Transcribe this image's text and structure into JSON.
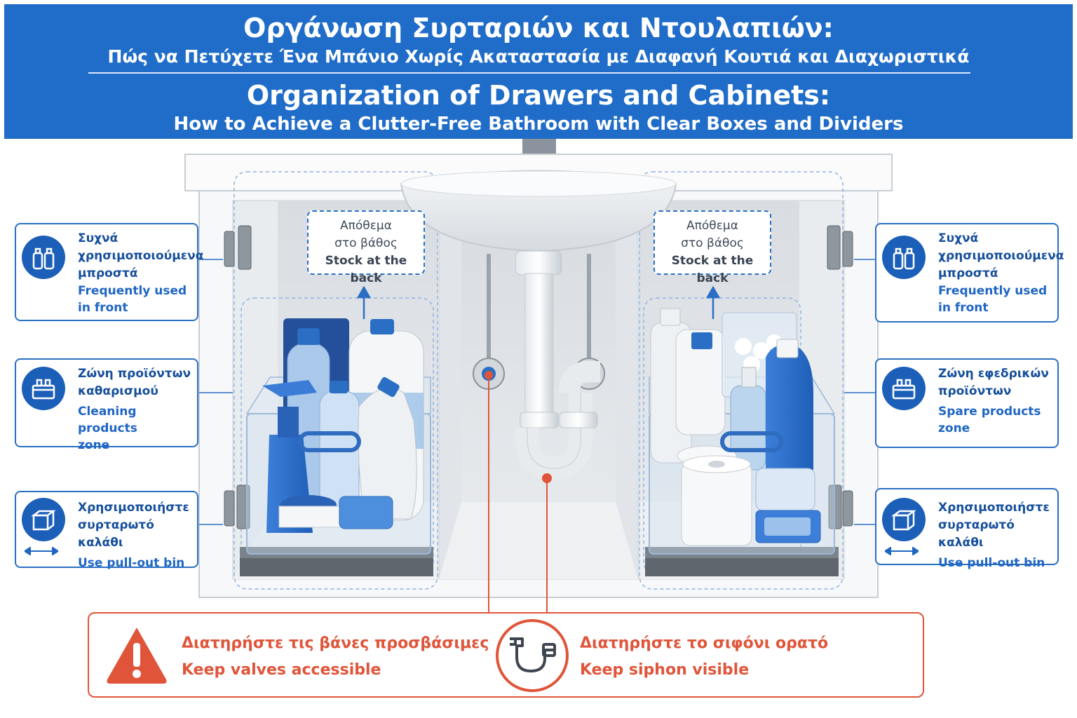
{
  "header": {
    "title_gr": "Οργάνωση Συρταριών και Ντουλαπιών:",
    "subtitle_gr": "Πώς να Πετύχετε Ένα Μπάνιο Χωρίς Ακαταστασία με Διαφανή Κουτιά και Διαχωριστικά",
    "title_en": "Organization of Drawers and Cabinets:",
    "subtitle_en": "How to Achieve a Clutter-Free Bathroom with Clear Boxes and Dividers"
  },
  "left_callouts": [
    {
      "icon": "bottles-icon",
      "gr_lines": [
        "Συχνά",
        "χρησιμοποιούμενα",
        "μπροστά"
      ],
      "en_lines": [
        "Frequently used",
        "in front"
      ]
    },
    {
      "icon": "caddy-icon",
      "gr_lines": [
        "Ζώνη προϊόντων",
        "καθαρισμού"
      ],
      "en_lines": [
        "Cleaning products",
        "zone"
      ]
    },
    {
      "icon": "pull-out-bin-icon",
      "gr_lines": [
        "Χρησιμοποιήστε",
        "συρταρωτό καλάθι"
      ],
      "en_lines": [
        "Use pull-out bin"
      ]
    }
  ],
  "right_callouts": [
    {
      "icon": "bottles-icon",
      "gr_lines": [
        "Συχνά",
        "χρησιμοποιούμενα",
        "μπροστά"
      ],
      "en_lines": [
        "Frequently used",
        "in front"
      ]
    },
    {
      "icon": "caddy-icon",
      "gr_lines": [
        "Ζώνη εφεδρικών",
        "προϊόντων"
      ],
      "en_lines": [
        "Spare products",
        "zone"
      ]
    },
    {
      "icon": "pull-out-bin-icon",
      "gr_lines": [
        "Χρησιμοποιήστε",
        "συρταρωτό καλάθι"
      ],
      "en_lines": [
        "Use pull-out bin"
      ]
    }
  ],
  "stock_labels": {
    "gr_line1": "Απόθεμα",
    "gr_line2": "στο βάθος",
    "en": "Stock at the back"
  },
  "warnings": {
    "valves_gr": "Διατηρήστε τις βάνες προσβάσιμες",
    "valves_en": "Keep valves accessible",
    "siphon_gr": "Διατηρήστε το σιφόνι ορατό",
    "siphon_en": "Keep siphon visible"
  },
  "colors": {
    "header_blue": "#1f6dc9",
    "accent_blue": "#1c5fb9",
    "warning_red": "#e0553a"
  }
}
